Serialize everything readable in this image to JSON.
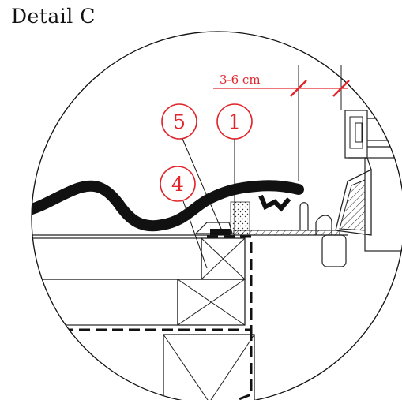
{
  "title": "Detail C",
  "dimension": {
    "label": "3-6 cm"
  },
  "callouts": [
    {
      "id": "callout-5",
      "label": "5"
    },
    {
      "id": "callout-1",
      "label": "1"
    },
    {
      "id": "callout-4",
      "label": "4"
    }
  ],
  "colors": {
    "annotation": "#e0262b",
    "line": "#111111",
    "background": "#ffffff"
  }
}
